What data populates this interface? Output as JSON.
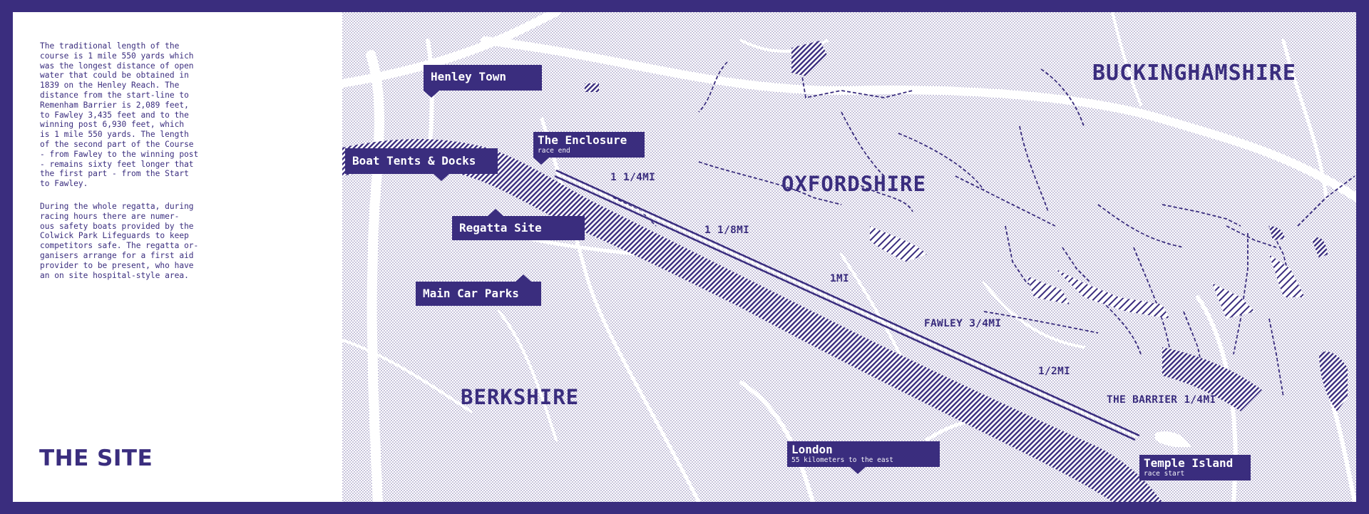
{
  "sidebar": {
    "paragraph_1": "The traditional length of the\ncourse is 1 mile 550 yards which\nwas the longest distance of open\nwater that could be obtained in\n1839 on the Henley Reach. The\ndistance from the start-line to\nRemenham Barrier is 2,089 feet,\nto Fawley 3,435 feet and to the\nwinning post 6,930 feet, which\nis 1 mile 550 yards. The length\nof the second part of the Course\n- from Fawley to the winning post\n- remains sixty feet longer that\nthe first part - from the Start\nto Fawley.",
    "paragraph_2": "During the whole regatta, during\nracing hours there are numer-\nous safety boats provided by the\nColwick Park Lifeguards to keep\ncompetitors safe. The regatta or-\nganisers arrange for a first aid\nprovider to be present, who have\nan on site hospital-style area.",
    "title": "THE SITE"
  },
  "map": {
    "regions": {
      "buckinghamshire": "BUCKINGHAMSHIRE",
      "oxfordshire": "OXFORDSHIRE",
      "berkshire": "BERKSHIRE"
    },
    "places": {
      "henley_town": {
        "name": "Henley Town"
      },
      "the_enclosure": {
        "name": "The Enclosure",
        "sub": "race end"
      },
      "boat_tents": {
        "name": "Boat Tents & Docks"
      },
      "regatta_site": {
        "name": "Regatta Site"
      },
      "main_car_parks": {
        "name": "Main Car Parks"
      },
      "london": {
        "name": "London",
        "sub": "55 kilometers to the east"
      },
      "temple_island": {
        "name": "Temple Island",
        "sub": "race start"
      }
    },
    "distances": {
      "d1": "1 1/4MI",
      "d2": "1 1/8MI",
      "d3": "1MI",
      "d4": "FAWLEY 3/4MI",
      "d5": "1/2MI",
      "d6": "THE BARRIER 1/4MI"
    },
    "colors": {
      "brand": "#3a2d7e",
      "road": "#ffffff",
      "land_dots": "#9a94c0"
    }
  }
}
